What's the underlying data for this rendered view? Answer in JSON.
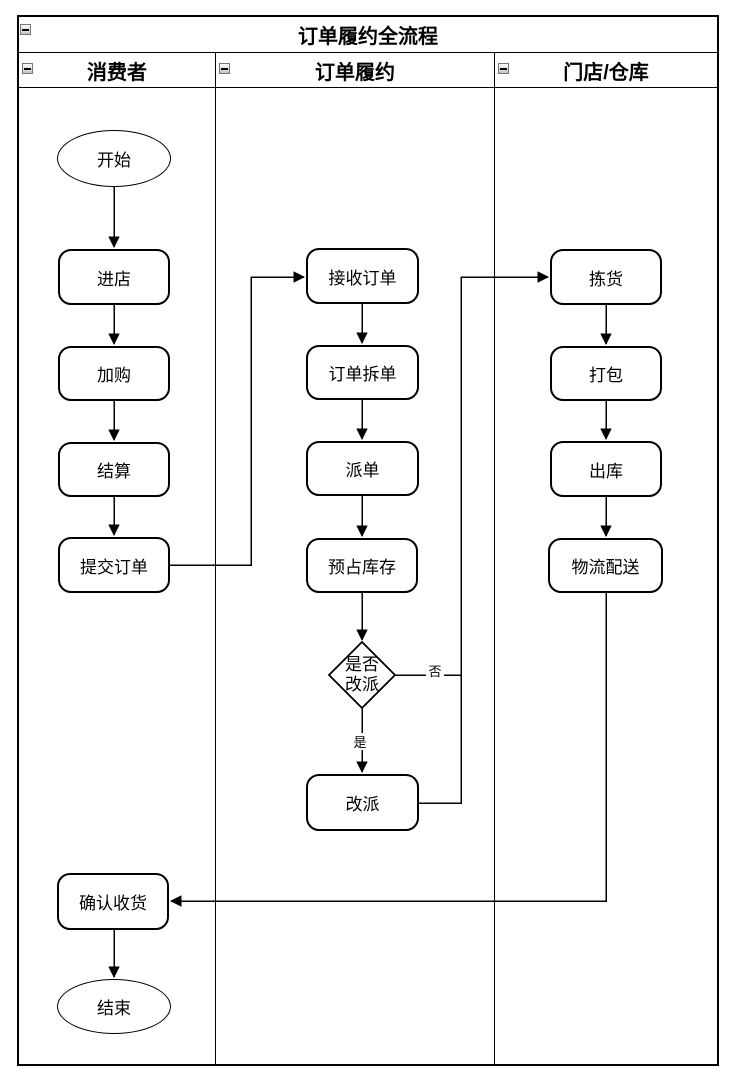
{
  "pool": {
    "title": "订单履约全流程",
    "lanes": [
      {
        "label": "消费者"
      },
      {
        "label": "订单履约"
      },
      {
        "label": "门店/仓库"
      }
    ]
  },
  "icons": {
    "collapse": "minus"
  },
  "nodes": {
    "start": "开始",
    "enter_store": "进店",
    "add_to_cart": "加购",
    "checkout": "结算",
    "submit_order": "提交订单",
    "receive_order": "接收订单",
    "split_order": "订单拆单",
    "dispatch": "派单",
    "reserve_stock": "预占库存",
    "reassign_decision": "是否\n改派",
    "reassign": "改派",
    "pick": "拣货",
    "pack": "打包",
    "outbound": "出库",
    "logistics": "物流配送",
    "confirm_receipt": "确认收货",
    "end": "结束"
  },
  "edge_labels": {
    "yes": "是",
    "no": "否"
  },
  "flow": {
    "edges": [
      {
        "from": "开始",
        "to": "进店"
      },
      {
        "from": "进店",
        "to": "加购"
      },
      {
        "from": "加购",
        "to": "结算"
      },
      {
        "from": "结算",
        "to": "提交订单"
      },
      {
        "from": "提交订单",
        "to": "接收订单"
      },
      {
        "from": "接收订单",
        "to": "订单拆单"
      },
      {
        "from": "订单拆单",
        "to": "派单"
      },
      {
        "from": "派单",
        "to": "预占库存"
      },
      {
        "from": "预占库存",
        "to": "是否改派"
      },
      {
        "from": "是否改派",
        "to": "改派",
        "label": "是"
      },
      {
        "from": "是否改派",
        "to": "拣货",
        "label": "否"
      },
      {
        "from": "改派",
        "to": "拣货"
      },
      {
        "from": "拣货",
        "to": "打包"
      },
      {
        "from": "打包",
        "to": "出库"
      },
      {
        "from": "出库",
        "to": "物流配送"
      },
      {
        "from": "物流配送",
        "to": "确认收货"
      },
      {
        "from": "确认收货",
        "to": "结束"
      }
    ]
  },
  "colors": {
    "stroke": "#000000",
    "node_fill": "#ffffff",
    "background": "#ffffff"
  }
}
